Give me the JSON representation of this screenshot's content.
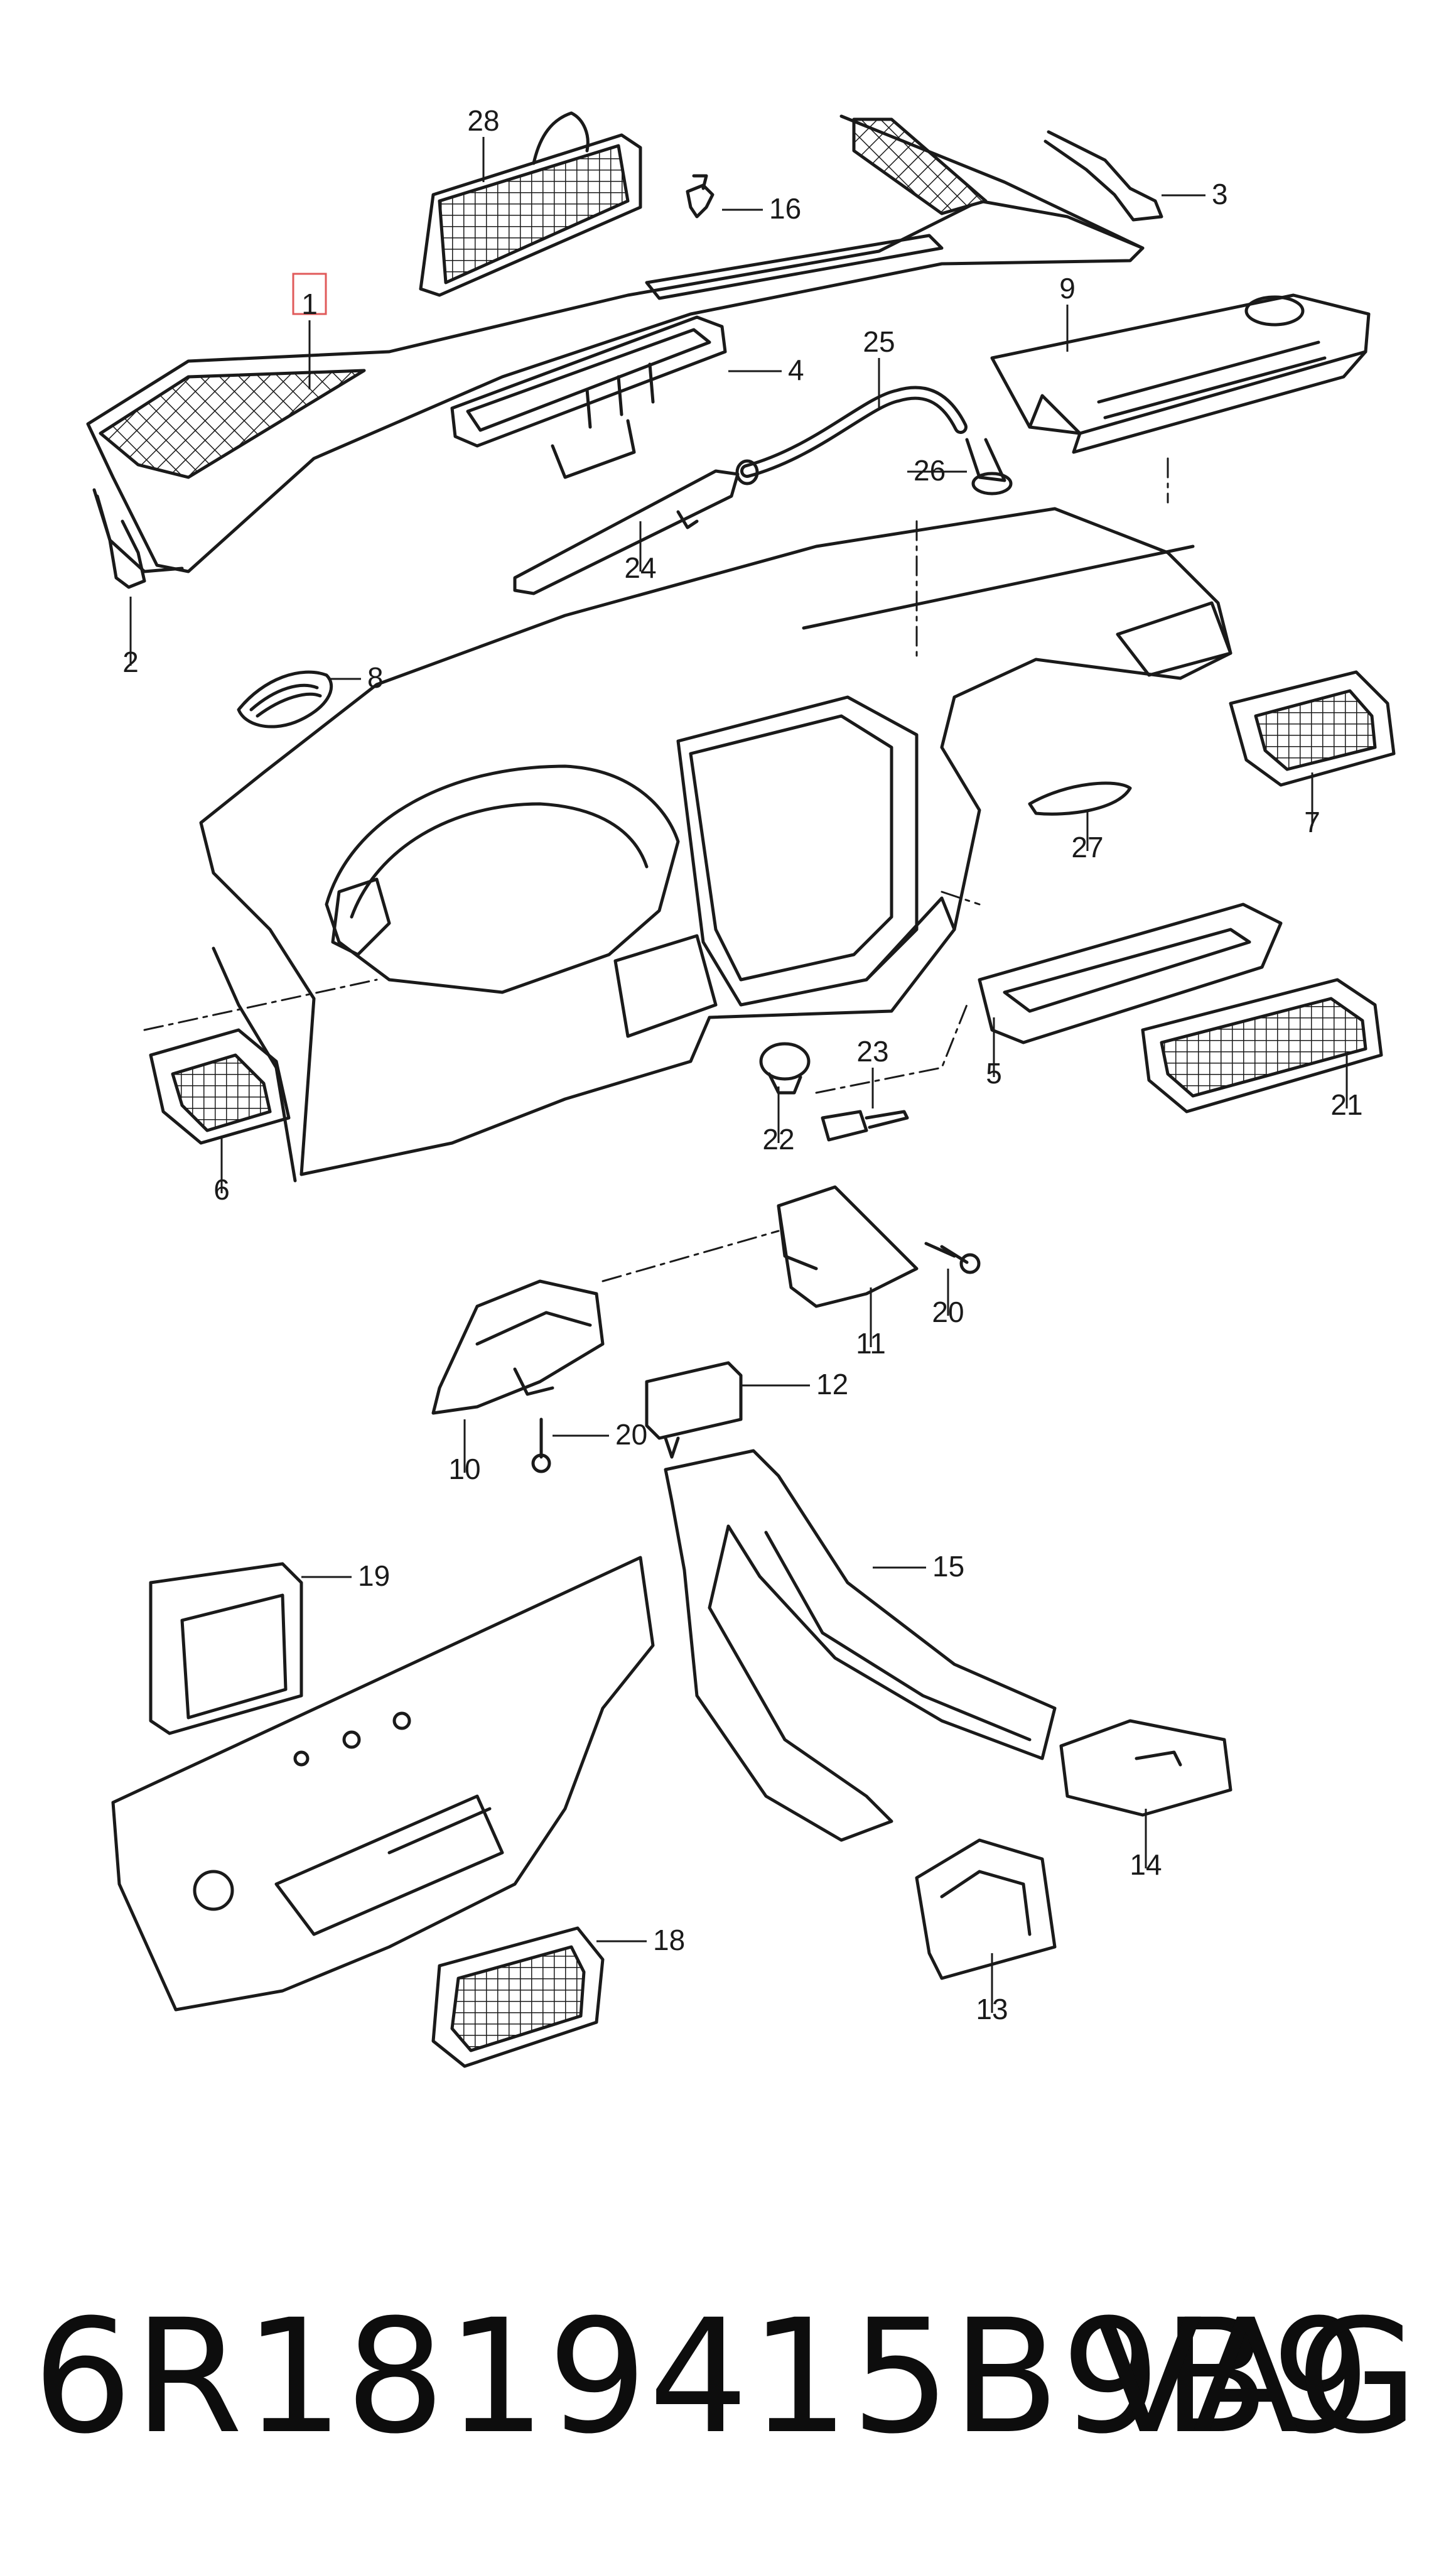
{
  "colors": {
    "ink": "#1a1a1a",
    "highlight_box": "#e05a5a",
    "background": "#ffffff"
  },
  "callouts": [
    {
      "id": "1",
      "label": "1",
      "highlighted": true
    },
    {
      "id": "2",
      "label": "2"
    },
    {
      "id": "3",
      "label": "3"
    },
    {
      "id": "4",
      "label": "4"
    },
    {
      "id": "5",
      "label": "5"
    },
    {
      "id": "6",
      "label": "6"
    },
    {
      "id": "7",
      "label": "7"
    },
    {
      "id": "8",
      "label": "8"
    },
    {
      "id": "9",
      "label": "9"
    },
    {
      "id": "10",
      "label": "10"
    },
    {
      "id": "11",
      "label": "11"
    },
    {
      "id": "12",
      "label": "12"
    },
    {
      "id": "13",
      "label": "13"
    },
    {
      "id": "14",
      "label": "14"
    },
    {
      "id": "15",
      "label": "15"
    },
    {
      "id": "16",
      "label": "16"
    },
    {
      "id": "18",
      "label": "18"
    },
    {
      "id": "19",
      "label": "19"
    },
    {
      "id": "20a",
      "label": "20"
    },
    {
      "id": "20b",
      "label": "20"
    },
    {
      "id": "21",
      "label": "21"
    },
    {
      "id": "22",
      "label": "22"
    },
    {
      "id": "23",
      "label": "23"
    },
    {
      "id": "24",
      "label": "24"
    },
    {
      "id": "25",
      "label": "25"
    },
    {
      "id": "26",
      "label": "26"
    },
    {
      "id": "27",
      "label": "27"
    },
    {
      "id": "28",
      "label": "28"
    }
  ],
  "footer": {
    "part_number": "6R1819415B9B9",
    "brand": "VAG"
  }
}
